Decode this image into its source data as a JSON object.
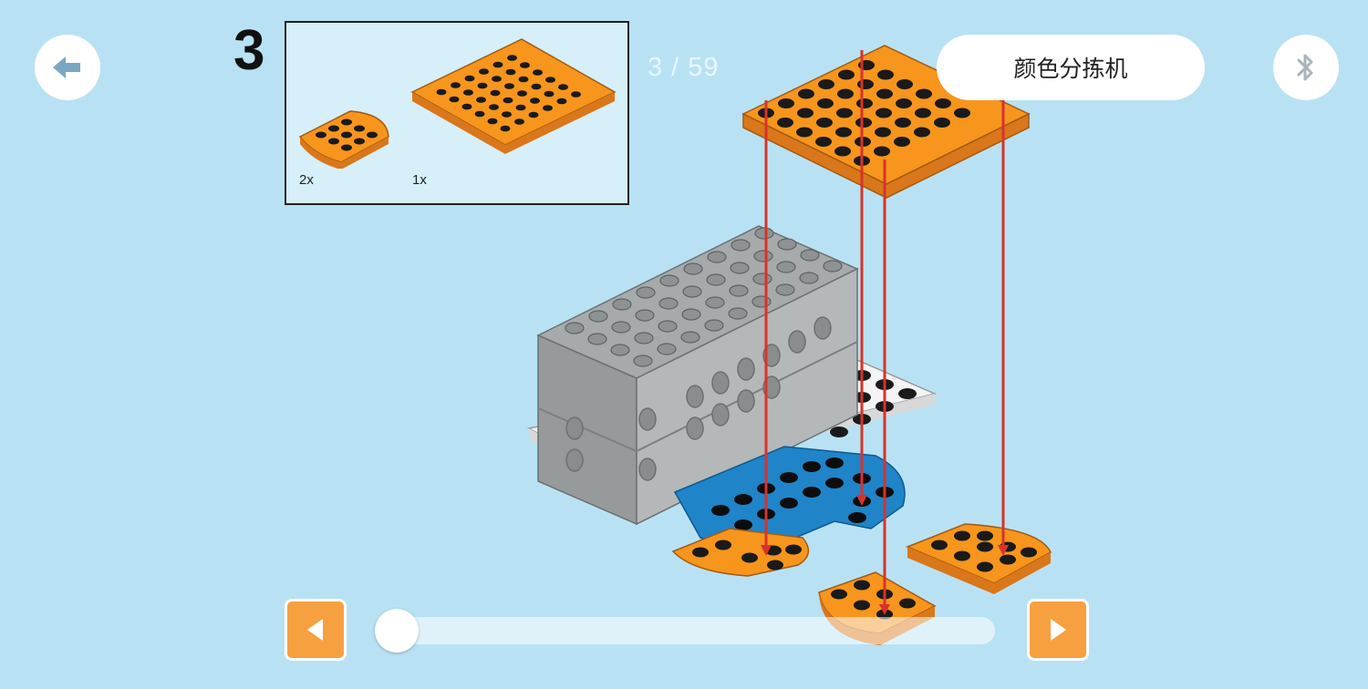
{
  "header": {
    "step_number": "3",
    "progress_text": "3 / 59",
    "title": "颜色分拣机"
  },
  "parts_panel": {
    "parts": [
      {
        "qty": "2x"
      },
      {
        "qty": "1x"
      }
    ]
  },
  "icons": {
    "back": "back-arrow-icon",
    "bluetooth": "bluetooth-icon",
    "prev": "caret-left-icon",
    "next": "caret-right-icon"
  },
  "colors": {
    "background": "#b8e2f4",
    "accent_orange": "#f7a040",
    "assembly_arrow": "#d8332a"
  },
  "slider": {
    "current_step": 3,
    "total_steps": 59
  }
}
